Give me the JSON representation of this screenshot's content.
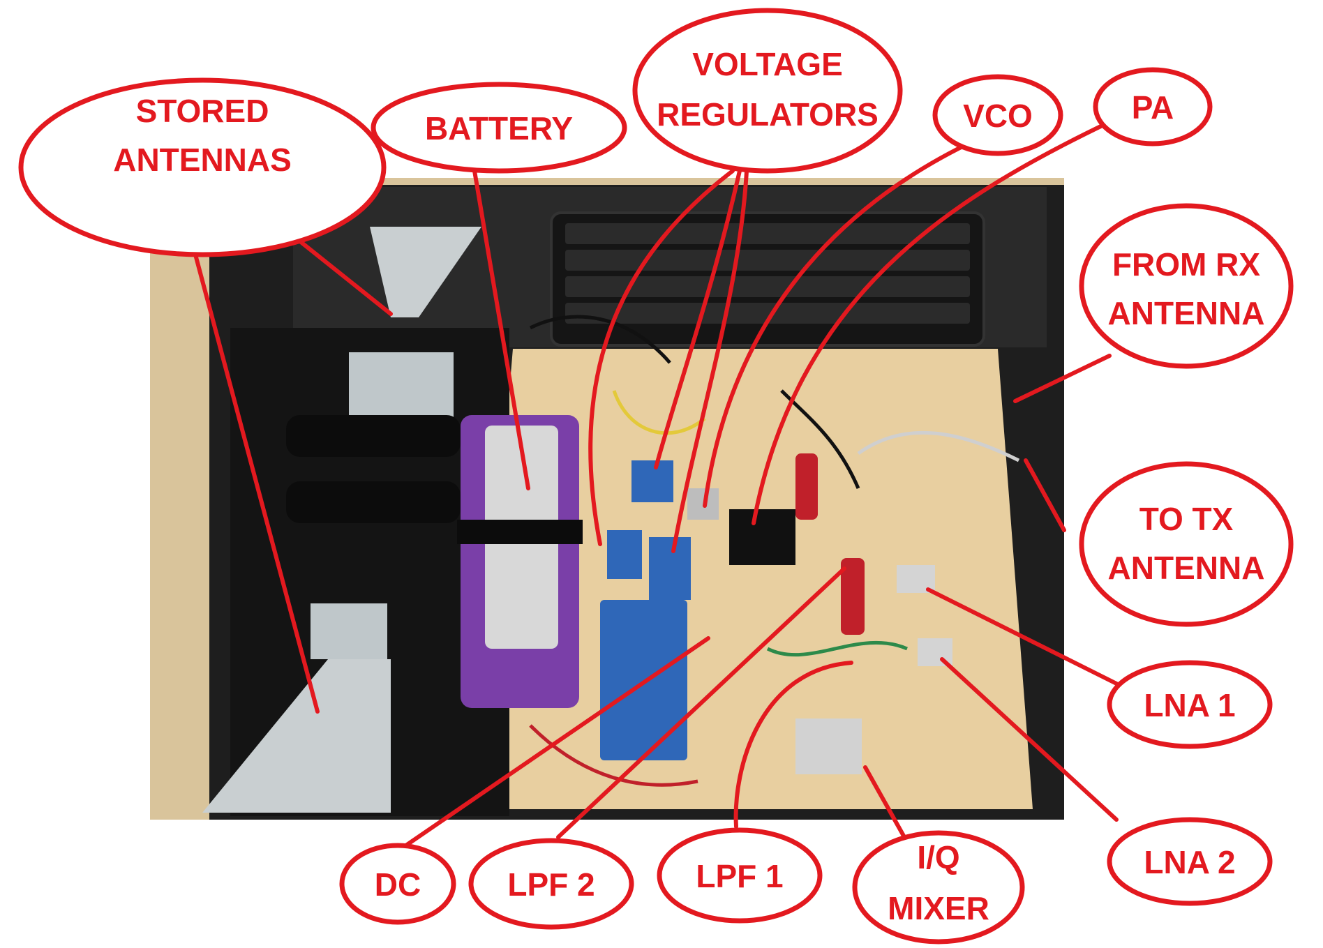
{
  "labels": {
    "stored_antennas": [
      "STORED",
      "ANTENNAS"
    ],
    "battery": [
      "BATTERY"
    ],
    "voltage_regulators": [
      "VOLTAGE",
      "REGULATORS"
    ],
    "vco": [
      "VCO"
    ],
    "pa": [
      "PA"
    ],
    "from_rx_antenna": [
      "FROM RX",
      "ANTENNA"
    ],
    "to_tx_antenna": [
      "TO TX",
      "ANTENNA"
    ],
    "lna_1": [
      "LNA 1"
    ],
    "lna_2": [
      "LNA 2"
    ],
    "dc": [
      "DC"
    ],
    "lpf_2": [
      "LPF 2"
    ],
    "lpf_1": [
      "LPF 1"
    ],
    "iq_mixer": [
      "I/Q",
      "MIXER"
    ]
  },
  "colors": {
    "annotation_red": "#e3191f",
    "wood": "#e8cfa0",
    "case_black": "#1b1b1b",
    "antenna_grey": "#c9cfd1",
    "battery_purple": "#7a3fa8",
    "breadboard_blue": "#2f67b8"
  }
}
